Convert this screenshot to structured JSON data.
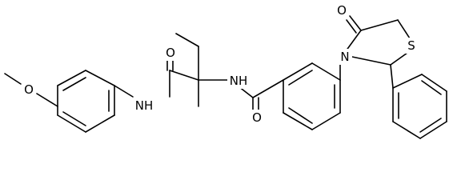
{
  "diagram": {
    "type": "chemical-structure",
    "atom_labels": {
      "o_methoxy": "O",
      "nh_anilide": "NH",
      "o_amide_top": "O",
      "nh_benzamide": "NH",
      "o_benzamide": "O",
      "n_thiazolidine": "N",
      "o_thiazolidinone": "O",
      "s_thiazolidine": "S"
    },
    "colors": {
      "bond": "#000000",
      "label": "#000000",
      "background": "#ffffff"
    }
  }
}
